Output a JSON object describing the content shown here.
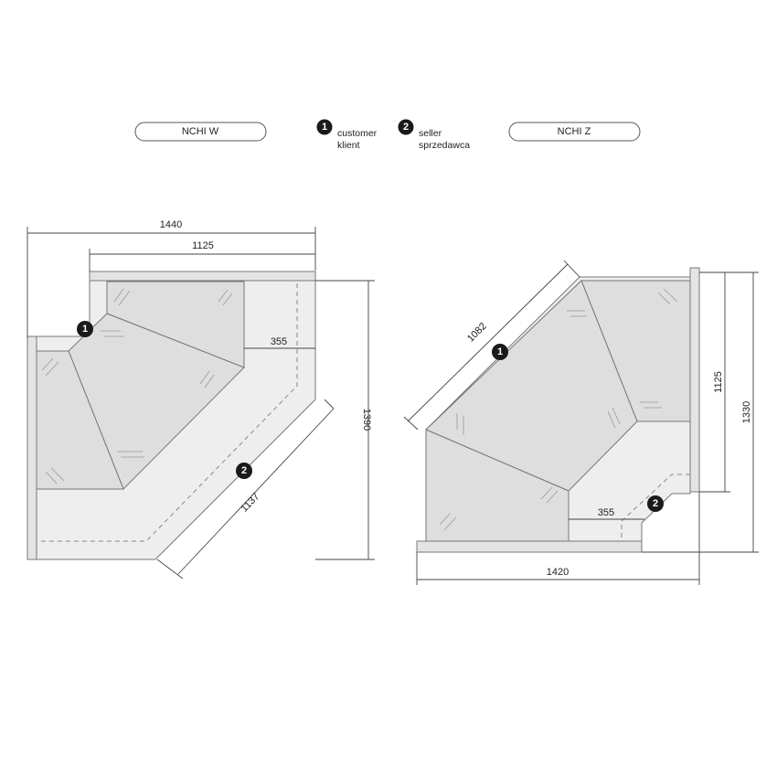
{
  "labels": {
    "left_model": "NCHI W",
    "right_model": "NCHI Z"
  },
  "legend": [
    {
      "number": "1",
      "line1": "customer",
      "line2": "klient"
    },
    {
      "number": "2",
      "line1": "seller",
      "line2": "sprzedawca"
    }
  ],
  "left_drawing": {
    "dim_total_width": "1440",
    "dim_top_width": "1125",
    "dim_inner_depth": "355",
    "dim_diagonal": "1137",
    "dim_height": "1390",
    "marker_customer": "1",
    "marker_seller": "2"
  },
  "right_drawing": {
    "dim_diagonal": "1082",
    "dim_inner_height": "1125",
    "dim_height": "1330",
    "dim_inner_depth": "355",
    "dim_bottom_width": "1420",
    "marker_customer": "1",
    "marker_seller": "2"
  }
}
